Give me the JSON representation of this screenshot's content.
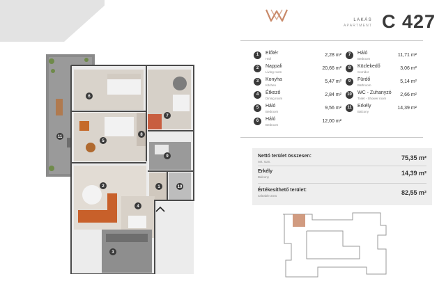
{
  "header": {
    "apartment_word": "LAKÁS",
    "apartment_sub": "APARTMENT",
    "apartment_code": "C 427"
  },
  "rooms": [
    {
      "num": "1",
      "name": "Előtér",
      "sub": "Hall",
      "area": "2,28 m²"
    },
    {
      "num": "2",
      "name": "Nappali",
      "sub": "Living room",
      "area": "20,66 m²"
    },
    {
      "num": "3",
      "name": "Konyha",
      "sub": "Kitchen",
      "area": "5,47 m²"
    },
    {
      "num": "4",
      "name": "Étkező",
      "sub": "Dining room",
      "area": "2,84 m²"
    },
    {
      "num": "5",
      "name": "Háló",
      "sub": "Bedroom",
      "area": "9,56 m²"
    },
    {
      "num": "6",
      "name": "Háló",
      "sub": "Bedroom",
      "area": "12,00 m²"
    },
    {
      "num": "7",
      "name": "Háló",
      "sub": "Bedroom",
      "area": "11,71 m²"
    },
    {
      "num": "8",
      "name": "Közlekedő",
      "sub": "Corridor",
      "area": "3,06 m²"
    },
    {
      "num": "9",
      "name": "Fürdő",
      "sub": "Bathroom",
      "area": "5,14 m²"
    },
    {
      "num": "10",
      "name": "WC - Zuhanyzó",
      "sub": "Toilet - Shower room",
      "area": "2,66 m²"
    },
    {
      "num": "11",
      "name": "Erkély",
      "sub": "Balcony",
      "area": "14,39 m²"
    }
  ],
  "summary": {
    "net_label": "Nettó terület összesen:",
    "net_sub": "net. sum.",
    "net_value": "75,35 m²",
    "balcony_label": "Erkély",
    "balcony_sub": "Balcony",
    "balcony_value": "14,39 m²",
    "saleable_label": "Értékesíthető terület:",
    "saleable_sub": "saleable area",
    "saleable_value": "82,55 m²"
  },
  "colors": {
    "accent": "#c98a6a",
    "dark": "#3a3a3a",
    "corner": "#d9d9d9",
    "summary_bg": "#eeeeee"
  }
}
